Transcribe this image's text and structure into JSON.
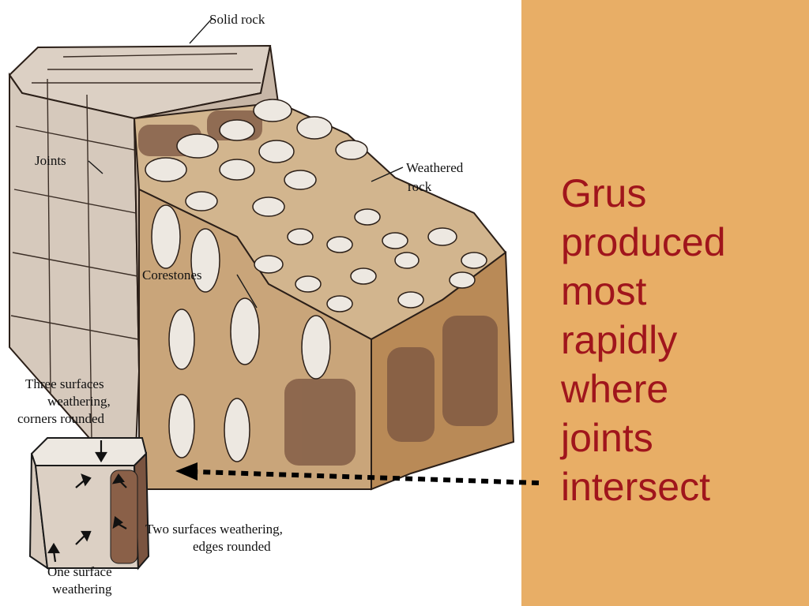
{
  "diagram": {
    "labels": {
      "solid_rock": "Solid rock",
      "joints": "Joints",
      "weathered_rock_1": "Weathered",
      "weathered_rock_2": "rock",
      "corestones": "Corestones",
      "three_surfaces_1": "Three surfaces",
      "three_surfaces_2": "weathering,",
      "three_surfaces_3": "corners rounded",
      "two_surfaces_1": "Two surfaces weathering,",
      "two_surfaces_2": "edges rounded",
      "one_surface_1": "One surface",
      "one_surface_2": "weathering"
    },
    "colors": {
      "rock": "#DCD0C4",
      "weathered": "#B98A57",
      "dark_rock": "#7A5440",
      "corestone": "#EDE8E1"
    }
  },
  "caption": {
    "lines": [
      "Grus",
      "produced",
      "most",
      "rapidly",
      "where",
      "joints",
      "intersect"
    ],
    "color": "#A0151C"
  },
  "background": {
    "panel": "#E8AE66"
  }
}
